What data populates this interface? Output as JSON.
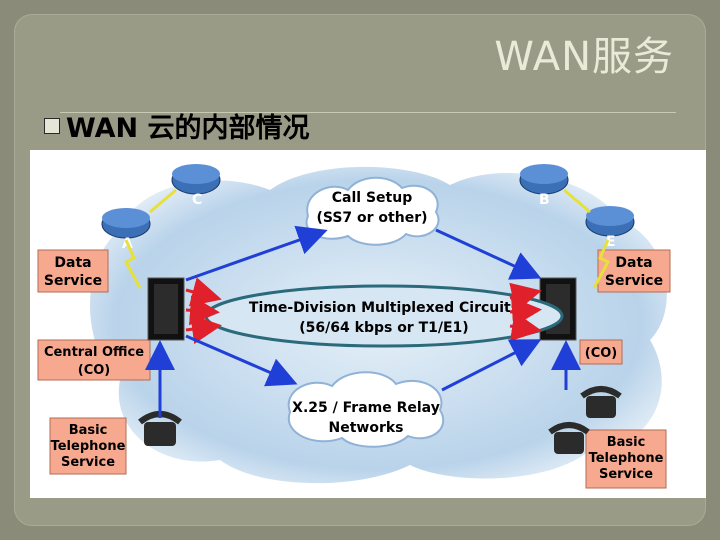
{
  "slide": {
    "title": "WAN服务",
    "bullet": "WAN 云的内部情况"
  },
  "diagram": {
    "routers": {
      "c": "C",
      "a": "A",
      "b": "B",
      "e": "E"
    },
    "left_labels": {
      "data_service": [
        "Data",
        "Service"
      ],
      "central_office": [
        "Central Office",
        "(CO)"
      ],
      "basic_telephone": [
        "Basic",
        "Telephone",
        "Service"
      ]
    },
    "right_labels": {
      "data_service": [
        "Data",
        "Service"
      ],
      "co": "(CO)",
      "basic_telephone": [
        "Basic",
        "Telephone",
        "Service"
      ]
    },
    "clouds": {
      "call_setup": [
        "Call Setup",
        "(SS7 or other)"
      ],
      "tdm": [
        "Time-Division Multiplexed Circuits",
        "(56/64 kbps or T1/E1)"
      ],
      "x25": [
        "X.25 / Frame Relay",
        "Networks"
      ]
    },
    "colors": {
      "label_box": "#f7a98f",
      "router": "#3b6fb6",
      "cloud": "#c9def0",
      "arrow_blue": "#1f3fd6",
      "arrow_red": "#e0202a",
      "lightning": "#e8e03a"
    }
  }
}
